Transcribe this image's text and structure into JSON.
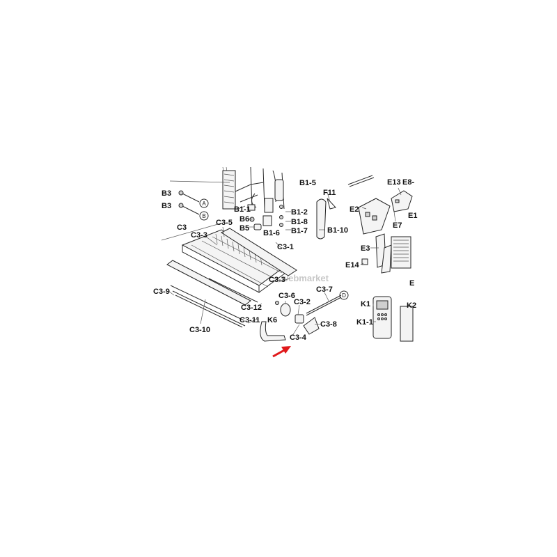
{
  "labels": {
    "B3_a": "B3",
    "B3_b": "B3",
    "C3": "C3",
    "C3_3a": "C3-3",
    "C3_5": "C3-5",
    "B1_1": "B1-1",
    "B6": "B6",
    "B5": "B5",
    "B1_6": "B1-6",
    "B1_5": "B1-5",
    "B1_2": "B1-2",
    "B1_8": "B1-8",
    "B1_7": "B1-7",
    "F11": "F11",
    "B1_10": "B1-10",
    "C3_1": "C3-1",
    "C3_3b": "C3-3",
    "C3_9": "C3-9",
    "C3_12": "C3-12",
    "C3_11": "C3-11",
    "C3_10": "C3-10",
    "C3_6": "C3-6",
    "C3_2": "C3-2",
    "K6": "K6",
    "C3_4": "C3-4",
    "C3_8": "C3-8",
    "C3_7": "C3-7",
    "E13": "E13",
    "E8": "E8-",
    "E1": "E1",
    "E2": "E2",
    "E7": "E7",
    "E3": "E3",
    "E14": "E14",
    "E_edge": "E",
    "K1": "K1",
    "K1_1": "K1-1",
    "K2": "K2"
  },
  "circle_markers": {
    "A": "A",
    "B": "B",
    "D": "D"
  },
  "watermark": "webmarket",
  "colors": {
    "arrow": "#e0191b",
    "line": "#2a2a2a"
  }
}
